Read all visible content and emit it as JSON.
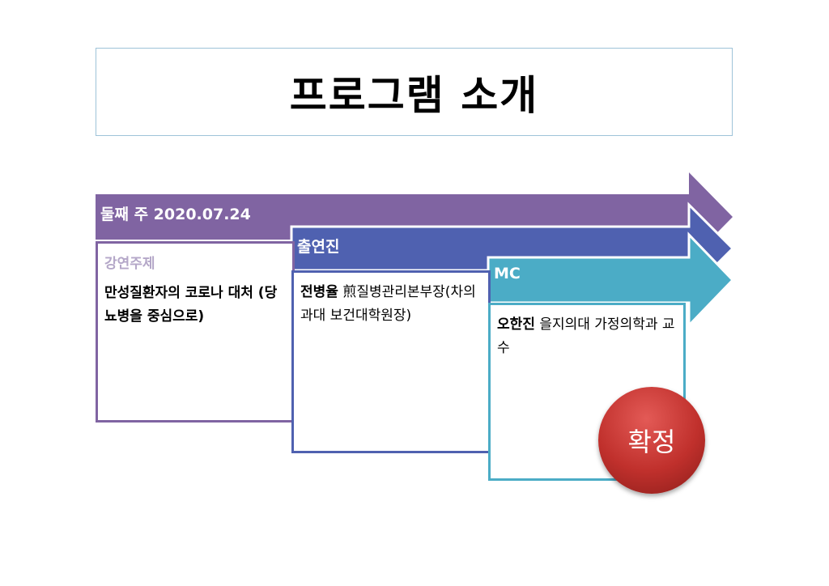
{
  "slide": {
    "title": "프로그램 소개"
  },
  "arrows": {
    "week_label": "둘째 주  2020.07.24",
    "performers_label": "출연진",
    "mc_label": "MC"
  },
  "cards": {
    "topic": {
      "heading": "강연주제",
      "body": "만성질환자의 코로나 대처 (당뇨병을 중심으로)"
    },
    "performers": {
      "name": "전병율",
      "desc": " 煎질병관리본부장(차의과대 보건대학원장)"
    },
    "mc": {
      "name": "오한진",
      "desc": " 을지의대 가정의학과 교수"
    }
  },
  "badge": {
    "label": "확정"
  },
  "colors": {
    "purple": "#8064a2",
    "blue": "#4f61b0",
    "teal": "#4bacc6",
    "badge_red": "#c0302c"
  }
}
